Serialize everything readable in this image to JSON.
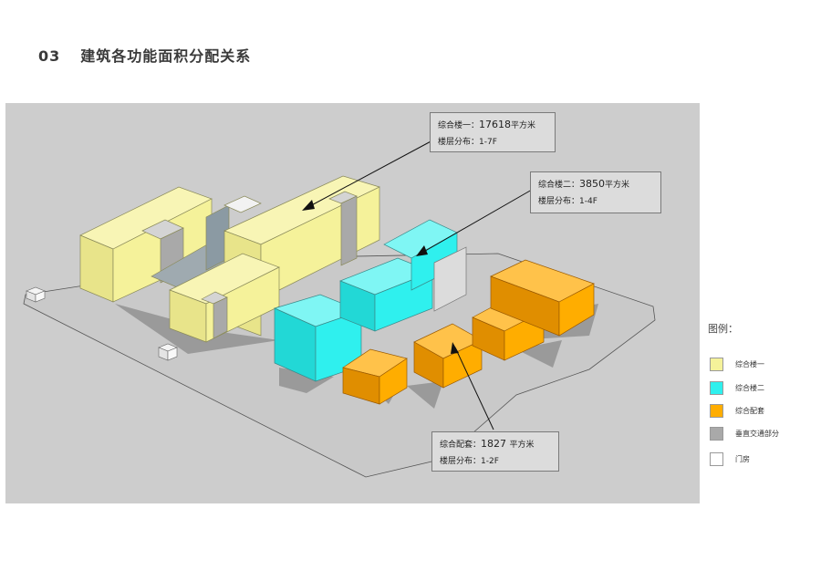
{
  "title": {
    "number": "03",
    "text": "建筑各功能面积分配关系"
  },
  "callouts": [
    {
      "name": "综合楼一：",
      "area": "17618",
      "unit": "平方米",
      "floors_label": "楼层分布：",
      "floors": "1-7F"
    },
    {
      "name": "综合楼二：",
      "area": "3850",
      "unit": "平方米",
      "floors_label": "楼层分布：",
      "floors": "1-4F"
    },
    {
      "name": "综合配套：",
      "area": "1827 ",
      "unit": "平方米",
      "floors_label": "楼层分布：",
      "floors": "1-2F"
    }
  ],
  "legend": {
    "title": "图例：",
    "items": [
      {
        "label": "综合楼一",
        "color": "#f5f29a"
      },
      {
        "label": "综合楼二",
        "color": "#2ff0ee"
      },
      {
        "label": "综合配套",
        "color": "#ffad00"
      },
      {
        "label": "垂直交通部分",
        "color": "#a9a9a9"
      },
      {
        "label": "门房",
        "color": "#ffffff"
      }
    ]
  },
  "colors": {
    "panel_bg": "#cdcdcd",
    "yellow": "#f5f29a",
    "cyan": "#2ff0ee",
    "orange": "#ffad00",
    "grey": "#a9a9a9"
  }
}
